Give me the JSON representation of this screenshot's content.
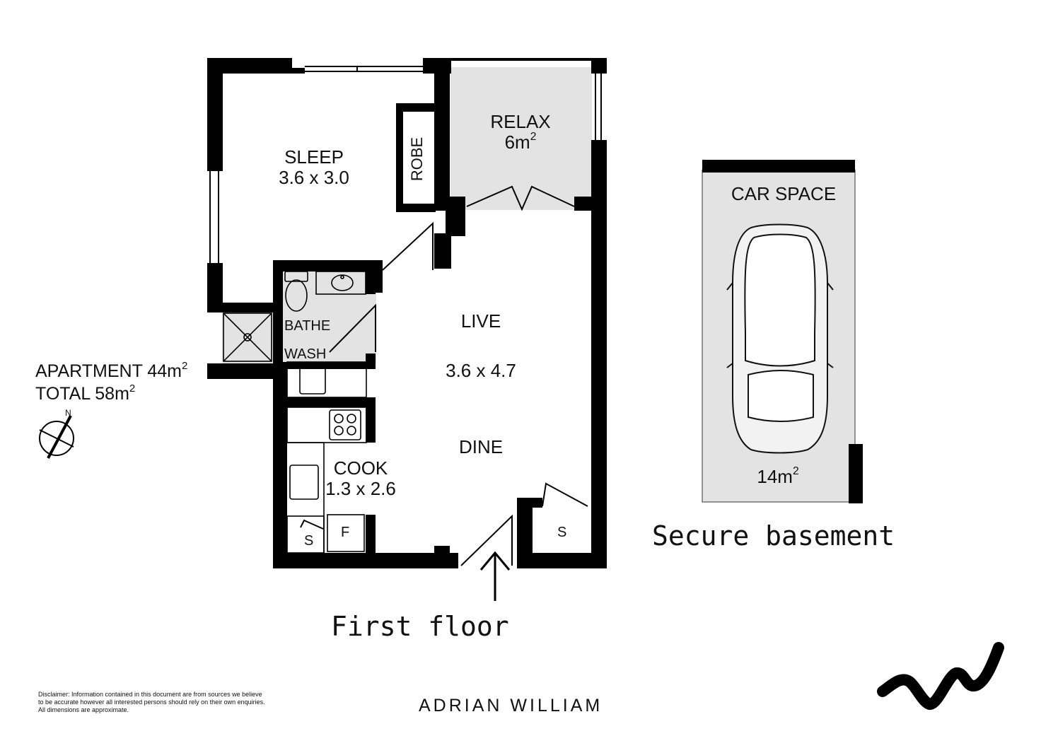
{
  "floor": {
    "caption": "First floor",
    "rooms": {
      "sleep": {
        "name": "SLEEP",
        "dims": "3.6 x 3.0"
      },
      "robe": {
        "name": "ROBE"
      },
      "relax": {
        "name": "RELAX",
        "area": "6m",
        "area_unit_sup": "2"
      },
      "bathe": {
        "name": "BATHE"
      },
      "wash": {
        "name": "WASH"
      },
      "live": {
        "name": "LIVE",
        "dims": "3.6 x 4.7"
      },
      "dine": {
        "name": "DINE"
      },
      "cook": {
        "name": "COOK",
        "dims": "1.3 x 2.6"
      },
      "storage_left": {
        "name": "S"
      },
      "fridge": {
        "name": "F"
      },
      "storage_right": {
        "name": "S"
      }
    }
  },
  "summary": {
    "apartment": "APARTMENT 44m",
    "total": "TOTAL 58m",
    "sup": "2"
  },
  "compass": {
    "north_label": "N"
  },
  "basement": {
    "title": "CAR SPACE",
    "area": "14m",
    "area_sup": "2",
    "caption": "Secure basement"
  },
  "footer": {
    "disclaimer": [
      "Disclaimer: Information contained in this document are from sources we believe",
      "to be accurate however all interested persons should rely on their own enquiries.",
      "All dimensions are approximate."
    ],
    "brand": "ADRIAN WILLIAM"
  },
  "colors": {
    "wall": "#000000",
    "shade": "#e3e3e3",
    "background": "#ffffff"
  }
}
